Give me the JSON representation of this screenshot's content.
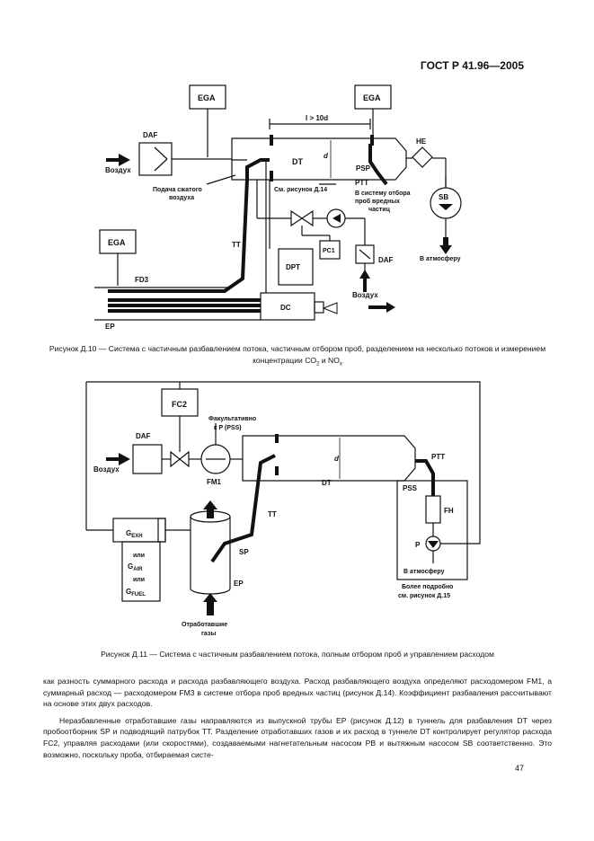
{
  "header": {
    "standard_code": "ГОСТ Р 41.96—2005"
  },
  "figure10": {
    "labels": {
      "ega1": "EGA",
      "ega2": "EGA",
      "ega3": "EGA",
      "daf1": "DAF",
      "daf2": "DAF",
      "air1": "Воздух",
      "air2": "Воздух",
      "dt": "DT",
      "d": "d",
      "l": "l > 10d",
      "he": "HE",
      "sb": "SB",
      "psp": "PSP",
      "see_fig": "См. рисунок Д.14",
      "ptt": "PTT",
      "to_system_1": "В систему отбора",
      "to_system_2": "проб вредных",
      "to_system_3": "частиц",
      "to_atmosphere": "В атмосферу",
      "comp_air_1": "Подача сжатого",
      "comp_air_2": "воздуха",
      "tt": "TT",
      "fd3": "FD3",
      "ep": "EP",
      "pc1": "PC1",
      "dpt": "DPT",
      "dc": "DC"
    },
    "caption_prefix": "Рисунок Д.10 — Система с частичным разбавлением потока, частичным отбором проб, разделением на несколько потоков и измерением концентрации CO",
    "caption_sub1": "2",
    "caption_mid": " и NO",
    "caption_sub2": "x"
  },
  "figure11": {
    "labels": {
      "fc2": "FC2",
      "daf": "DAF",
      "air": "Воздух",
      "optional_1": "Факультативно",
      "optional_2": "к P (PSS)",
      "fm1": "FM1",
      "dt": "DT",
      "d": "d",
      "ptt": "PTT",
      "pss": "PSS",
      "fh": "FH",
      "p": "P",
      "to_atmosphere": "В атмосферу",
      "more_1": "Более подробно",
      "more_2": "см. рисунок Д.15",
      "tt": "TT",
      "sp": "SP",
      "ep": "EP",
      "g_exh": "G",
      "g_exh_sub": "EXH",
      "or1": "или",
      "g_air": "G",
      "g_air_sub": "AIR",
      "or2": "или",
      "g_fuel": "G",
      "g_fuel_sub": "FUEL",
      "exhaust_1": "Отработавшие",
      "exhaust_2": "газы"
    },
    "caption": "Рисунок Д.11 — Система с частичным разбавлением потока, полным отбором проб и управлением расходом"
  },
  "body": {
    "p1": "как разность суммарного расхода и расхода разбавляющего воздуха. Расход разбавляющего воздуха определяют расходомером FM1, а суммарный расход — расходомером FM3 в системе отбора проб вредных частиц (рисунок Д.14). Коэффициент разбавления рассчитывают на основе этих двух расходов.",
    "p2": "Неразбавленные отработавшие газы направляются из выпускной трубы EP (рисунок Д.12) в туннель для разбавления DT через пробоотборник SP и подводящий патрубок TT. Разделение отработавших газов и их расход в туннеле DT контролирует регулятор расхода FC2, управляя расходами (или скоростями), создаваемыми нагнетательным насосом PB и вытяжным насосом SB соответственно. Это возможно, поскольку проба, отбираемая систе-"
  },
  "page_number": "47"
}
